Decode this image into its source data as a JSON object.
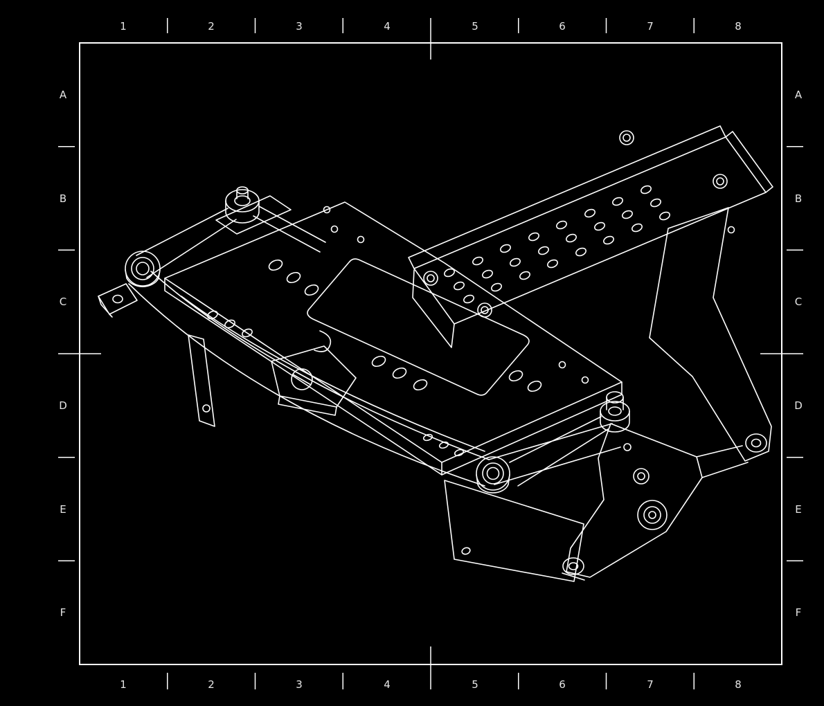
{
  "colors": {
    "background": "#000000",
    "line": "#ffffff",
    "label": "#e6e6e6"
  },
  "sheet": {
    "columns": [
      "1",
      "2",
      "3",
      "4",
      "5",
      "6",
      "7",
      "8"
    ],
    "rows": [
      "A",
      "B",
      "C",
      "D",
      "E",
      "F"
    ]
  }
}
